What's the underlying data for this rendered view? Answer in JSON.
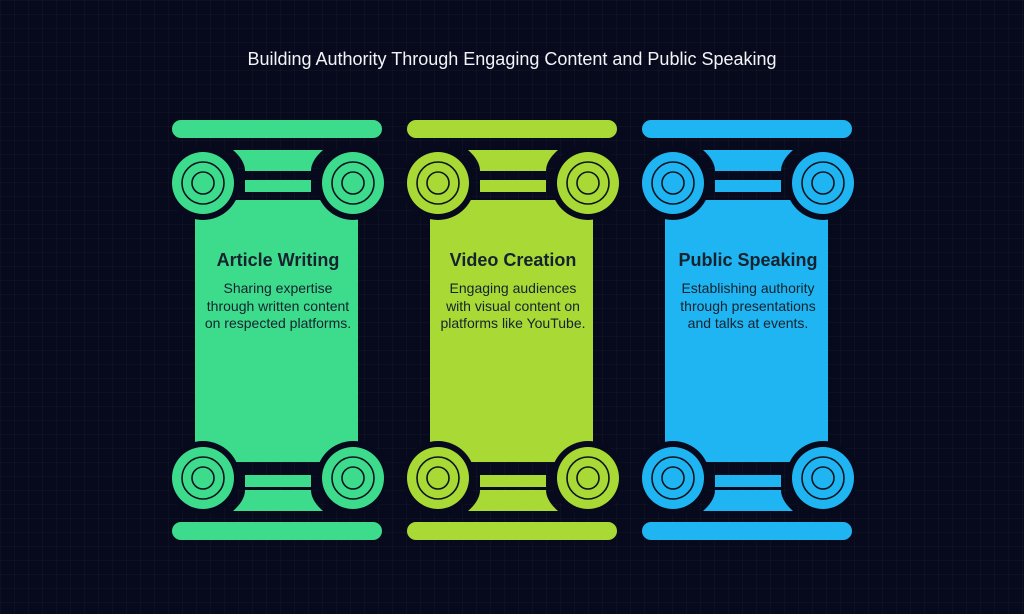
{
  "title": "Building Authority Through Engaging Content and Public Speaking",
  "pillars": [
    {
      "heading": "Article Writing",
      "text": "Sharing expertise through written content on respected platforms.",
      "color": "#3ddc8c"
    },
    {
      "heading": "Video Creation",
      "text": "Engaging audiences with visual content on platforms like YouTube.",
      "color": "#a8d935"
    },
    {
      "heading": "Public Speaking",
      "text": "Establishing authority through presentations and talks at events.",
      "color": "#1fb5f2"
    }
  ]
}
